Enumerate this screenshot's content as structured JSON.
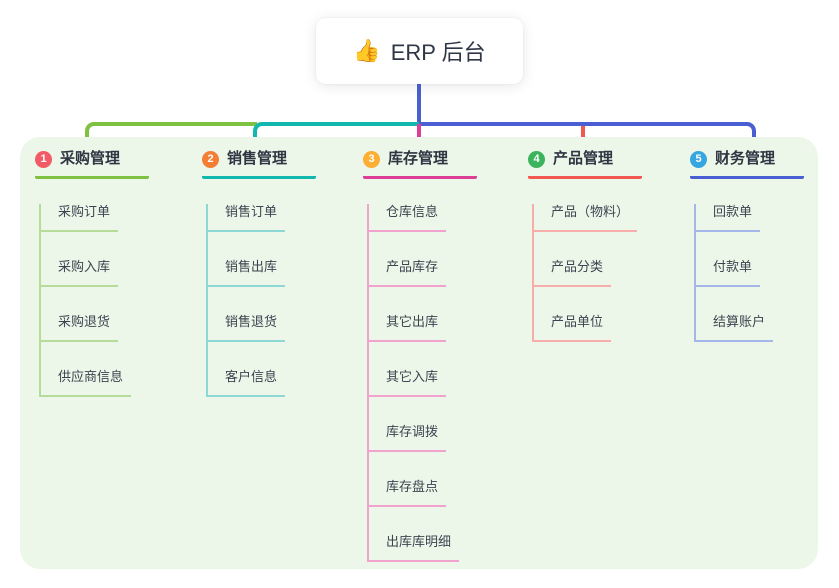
{
  "root": {
    "icon_name": "thumbs-up-icon",
    "icon": "👍",
    "title": "ERP 后台"
  },
  "connectors": {
    "root_blue": "#4a5fd1",
    "green": "#7fc241",
    "teal": "#12b7ae",
    "magenta": "#dd3f97",
    "red": "#f1584f",
    "blue": "#4a5fd1"
  },
  "panel_background": "#edf7e9",
  "branches": [
    {
      "num": "1",
      "label": "采购管理",
      "badge_color": "#f25b66",
      "accent_color": "#7fc241",
      "child_line_color": "#b6dc99",
      "children": [
        "采购订单",
        "采购入库",
        "采购退货",
        "供应商信息"
      ]
    },
    {
      "num": "2",
      "label": "销售管理",
      "badge_color": "#f57e35",
      "accent_color": "#12b7ae",
      "child_line_color": "#8cd8d2",
      "children": [
        "销售订单",
        "销售出库",
        "销售退货",
        "客户信息"
      ]
    },
    {
      "num": "3",
      "label": "库存管理",
      "badge_color": "#fdae33",
      "accent_color": "#dd3f97",
      "child_line_color": "#f2a3cd",
      "children": [
        "仓库信息",
        "产品库存",
        "其它出库",
        "其它入库",
        "库存调拨",
        "库存盘点",
        "出库库明细"
      ]
    },
    {
      "num": "4",
      "label": "产品管理",
      "badge_color": "#3cb45e",
      "accent_color": "#f1584f",
      "child_line_color": "#f7adaa",
      "children": [
        "产品（物料）",
        "产品分类",
        "产品单位"
      ]
    },
    {
      "num": "5",
      "label": "财务管理",
      "badge_color": "#35a6e0",
      "accent_color": "#4a5fd1",
      "child_line_color": "#a5b7ea",
      "children": [
        "回款单",
        "付款单",
        "结算账户"
      ]
    }
  ]
}
